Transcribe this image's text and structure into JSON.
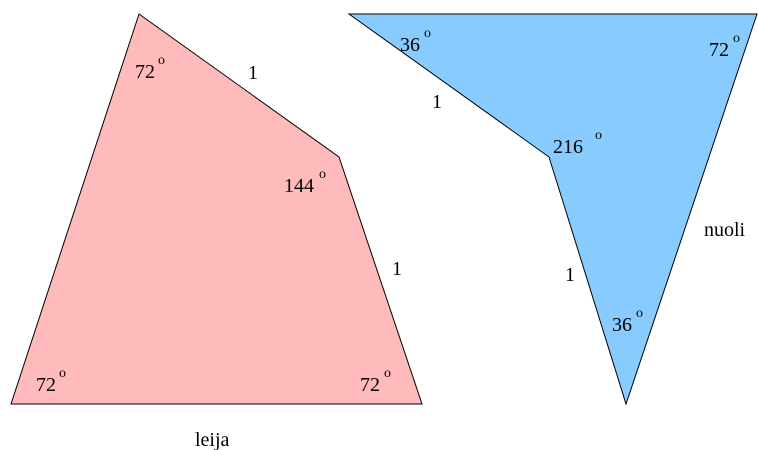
{
  "kite": {
    "name": "leija",
    "fill": "#ffbbbb",
    "angles": {
      "top": "72",
      "right": "144",
      "bottom_left": "72",
      "bottom_right": "72"
    },
    "sides": {
      "upper": "1",
      "right": "1"
    }
  },
  "dart": {
    "name": "nuoli",
    "fill": "#88ccff",
    "angles": {
      "top_left": "36",
      "top_right": "72",
      "reflex": "216",
      "bottom": "36"
    },
    "sides": {
      "upper": "1",
      "lower": "1"
    }
  },
  "degree_mark": "o",
  "stroke_color": "#000000"
}
